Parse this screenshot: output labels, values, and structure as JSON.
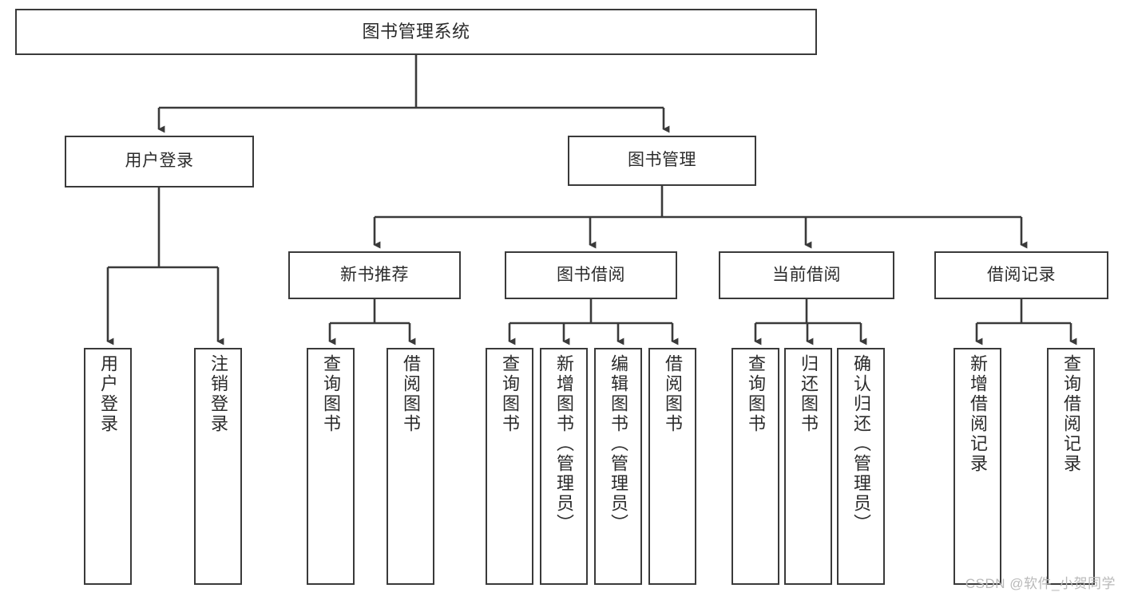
{
  "diagram": {
    "title": "图书管理系统",
    "watermark": "CSDN @软件_小贺同学",
    "colors": {
      "box_border": "#3a3a3a",
      "box_fill": "#ffffff",
      "line": "#3a3a3a",
      "text": "#2b2b2b",
      "watermark": "#b9b9b9",
      "background": "#ffffff"
    },
    "root": {
      "label": "图书管理系统"
    },
    "level1": [
      {
        "label": "用户登录"
      },
      {
        "label": "图书管理"
      }
    ],
    "level2": [
      {
        "label": "新书推荐"
      },
      {
        "label": "图书借阅"
      },
      {
        "label": "当前借阅"
      },
      {
        "label": "借阅记录"
      }
    ],
    "leaves": {
      "user_login": [
        {
          "label": "用户登录"
        },
        {
          "label": "注销登录"
        }
      ],
      "new_book_recommend": [
        {
          "label": "查询图书"
        },
        {
          "label": "借阅图书"
        }
      ],
      "book_borrow": [
        {
          "label": "查询图书"
        },
        {
          "label": "新增图书（管理员）"
        },
        {
          "label": "编辑图书（管理员）"
        },
        {
          "label": "借阅图书"
        }
      ],
      "current_borrow": [
        {
          "label": "查询图书"
        },
        {
          "label": "归还图书"
        },
        {
          "label": "确认归还（管理员）"
        }
      ],
      "borrow_record": [
        {
          "label": "新增借阅记录"
        },
        {
          "label": "查询借阅记录"
        }
      ]
    }
  }
}
